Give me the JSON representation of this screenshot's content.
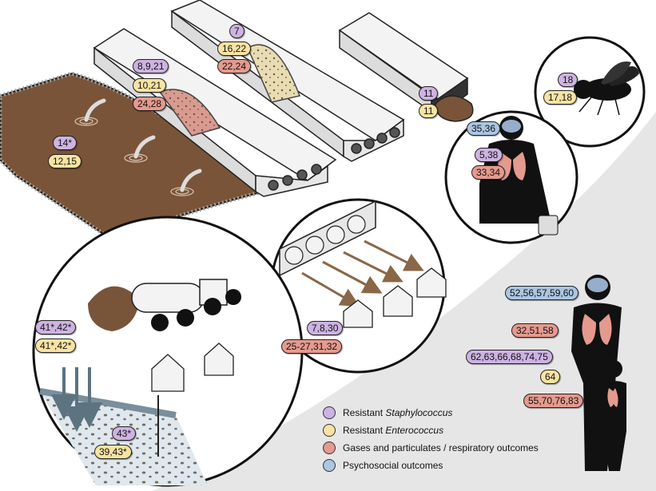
{
  "legend": [
    {
      "text_prefix": "Resistant ",
      "text_italic": "Staphylococcus",
      "color": "#cdb3e2"
    },
    {
      "text_prefix": "Resistant ",
      "text_italic": "Enterococcus",
      "color": "#f9e3a2"
    },
    {
      "text_prefix": "Gases and particulates / respiratory outcomes",
      "text_italic": "",
      "color": "#e59a8e"
    },
    {
      "text_prefix": "Psychosocial outcomes",
      "text_italic": "",
      "color": "#aac6e2"
    }
  ],
  "badges": {
    "barn2_staph": "7",
    "barn2_entero": "16,22",
    "barn2_resp": "22,24",
    "barn1_staph": "8,9,21",
    "barn1_entero": "10,21",
    "barn1_resp": "24,28",
    "manure_pile_staph": "11",
    "manure_pile_entero": "11",
    "fly_staph": "18",
    "fly_entero": "17,18",
    "lagoon_staph": "14*",
    "lagoon_entero": "12,15",
    "worker_psych": "35,36",
    "worker_staph": "5,38",
    "worker_resp": "33,34",
    "exhaust_staph": "7,8,30",
    "exhaust_resp": "25-27,31,32",
    "spreading_staph": "41*,42*",
    "spreading_entero": "41*,42*",
    "groundwater_staph": "43*",
    "groundwater_entero": "39,43*",
    "community_psych": "52,56,57,59,60",
    "community_resp": "32,51,58",
    "community_staph": "62,63,66,68,74,75",
    "community_entero": "64",
    "child_resp": "55,70,76,83"
  }
}
